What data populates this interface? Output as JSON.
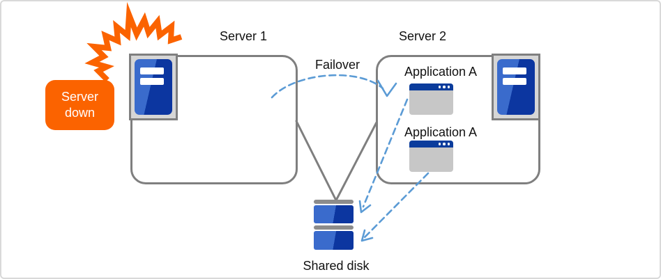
{
  "labels": {
    "server1": "Server 1",
    "server2": "Server 2",
    "failover": "Failover",
    "application_a_top": "Application A",
    "application_a_bottom": "Application A",
    "shared_disk": "Shared disk",
    "server_down": "Server down"
  },
  "icons": {
    "server1": "server-tower-icon",
    "server2": "server-tower-icon",
    "application_window": "app-window-icon",
    "shared_disk": "disk-stack-icon",
    "explosion": "explosion-burst-icon"
  },
  "colors": {
    "accent_orange": "#FB6300",
    "server_blue_dark": "#0C36A0",
    "server_blue_light": "#3A6BCC",
    "app_titlebar_blue": "#0B3C9C",
    "arrow_blue": "#5B9BD5",
    "connector_gray": "#7F7F7F",
    "icon_frame_gray": "#D6D6D6",
    "app_body_gray": "#C7C7C7",
    "disk_cap_gray": "#8C8C8C"
  }
}
